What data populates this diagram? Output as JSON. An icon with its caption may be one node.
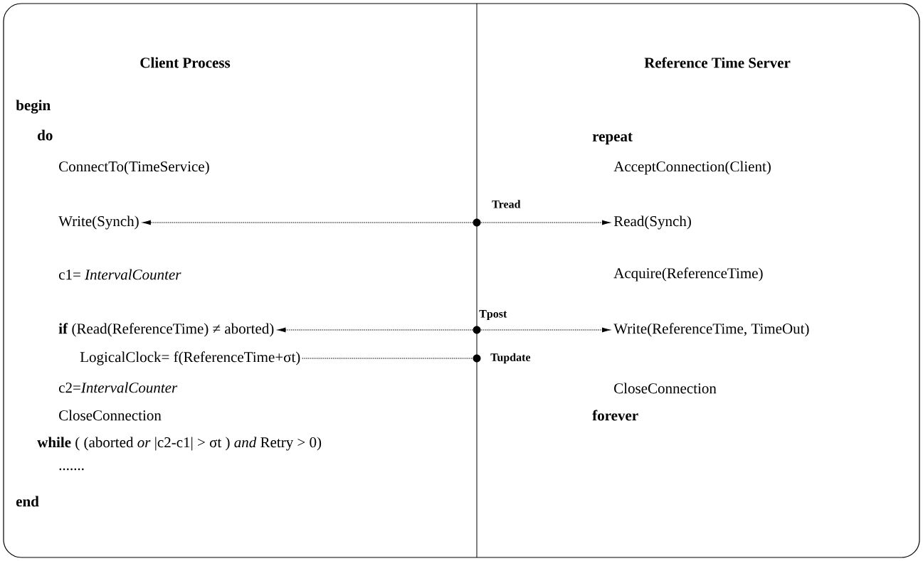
{
  "diagram": {
    "nodes": [
      {
        "text": [
          "Write(Synch)"
        ]
      },
      {
        "text": [],
        "shape": "circle",
        "beside": [
          "Tread"
        ]
      },
      {
        "text": [
          "Read(Synch)"
        ]
      },
      {
        "text": [
          "**if** (Read(ReferenceTime) ≠ aborted)"
        ]
      },
      {
        "text": [],
        "shape": "circle",
        "beside": [
          "Tpost"
        ]
      },
      {
        "text": [
          "Write(ReferenceTime, TimeOut)"
        ]
      },
      {
        "text": [
          "LogicalClock= f(ReferenceTime+σt)"
        ]
      },
      {
        "text": [],
        "shape": "circle",
        "beside": [
          "Tupdate"
        ]
      }
    ],
    "edges": [
      {
        "from": 1,
        "to": 0,
        "arrow": "to",
        "style": "dashed"
      },
      {
        "from": 1,
        "to": 2,
        "arrow": "to",
        "style": "dashed"
      },
      {
        "from": 4,
        "to": 3,
        "arrow": "to",
        "style": "dashed"
      },
      {
        "from": 4,
        "to": 5,
        "arrow": "to",
        "style": "dashed"
      },
      {
        "from": 6,
        "to": 7,
        "arrow": "none",
        "style": "dashed"
      }
    ],
    "labels": [
      "Client Process",
      "Reference Time Server",
      "begin",
      "do",
      "repeat",
      "ConnectTo(TimeService)",
      "AcceptConnection(Client)",
      "c1= *IntervalCounter*",
      "Acquire(ReferenceTime)",
      "c2=*IntervalCounter*",
      "CloseConnection",
      "CloseConnection",
      "forever",
      "**while** ( (aborted *or* |c2-c1| > σt ) *and* Retry > 0)",
      ".......",
      "end"
    ]
  }
}
